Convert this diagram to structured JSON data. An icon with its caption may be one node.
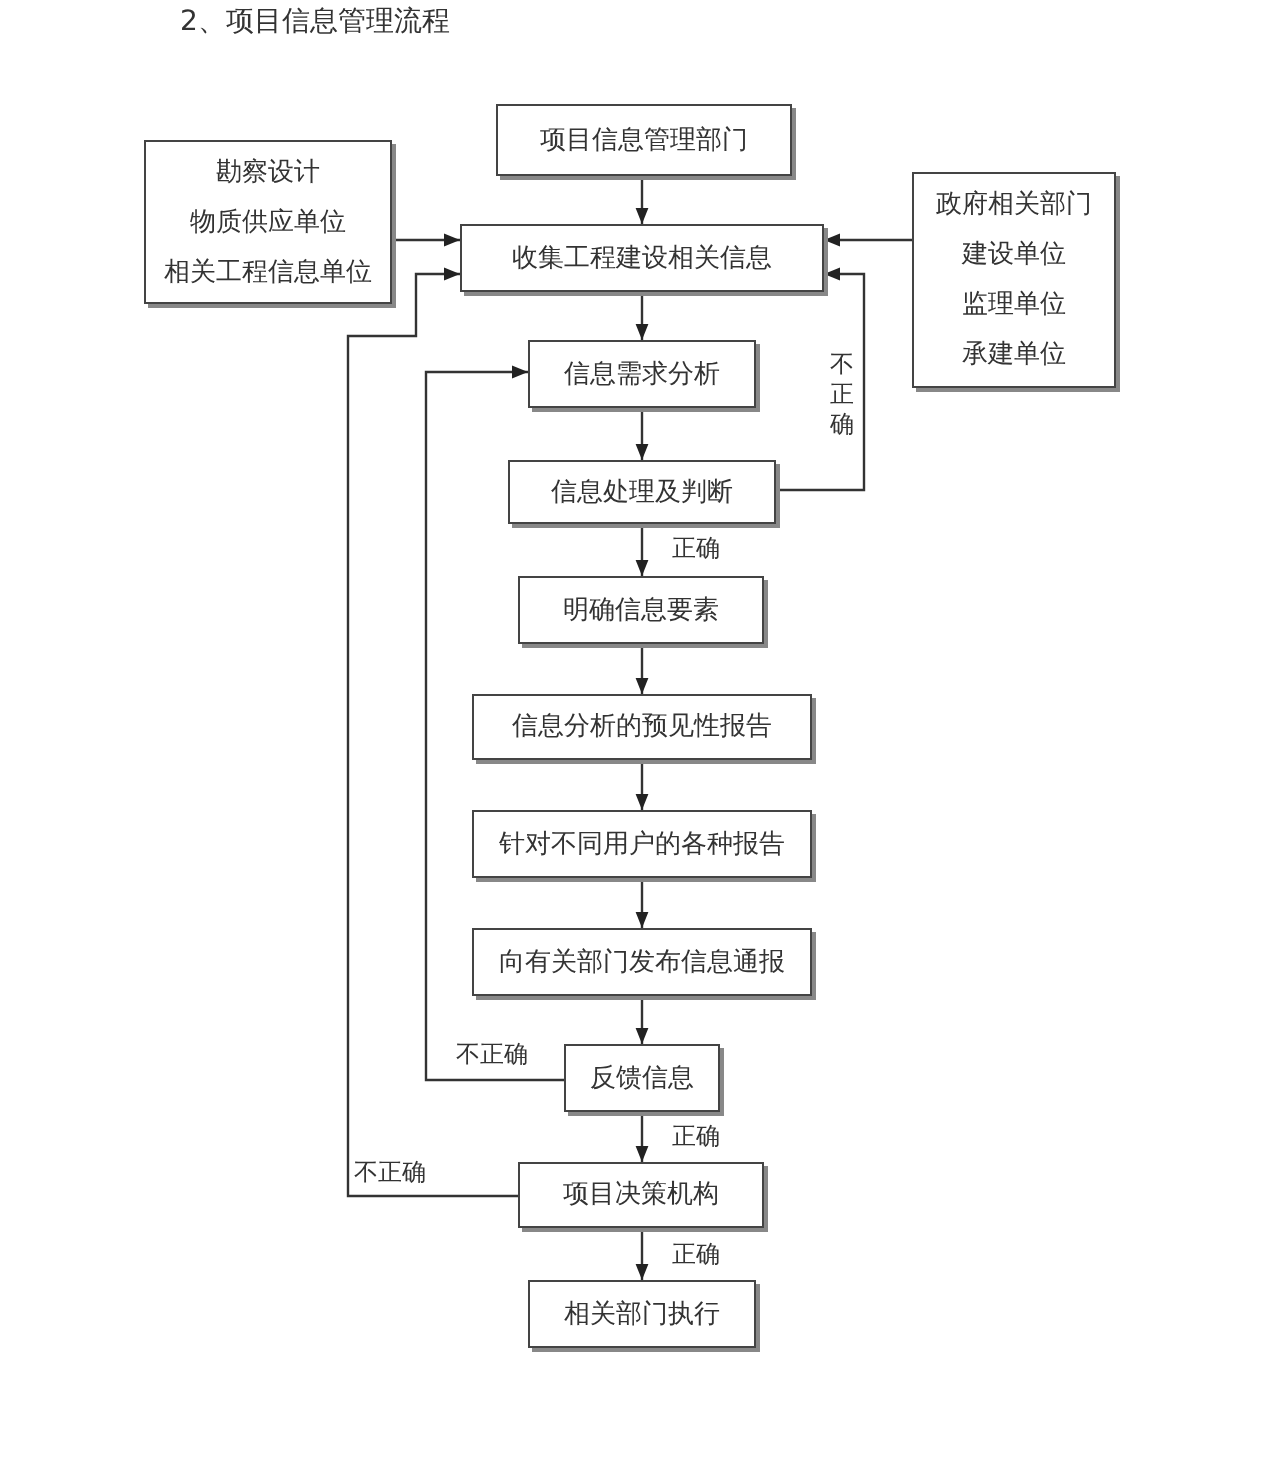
{
  "diagram": {
    "title": "2、项目信息管理流程",
    "nodes": [
      {
        "text": [
          "项目信息管理部门"
        ]
      },
      {
        "text": [
          "勘察设计",
          "物质供应单位",
          "相关工程信息单位"
        ]
      },
      {
        "text": [
          "收集工程建设相关信息"
        ]
      },
      {
        "text": [
          "政府相关部门",
          "建设单位",
          "监理单位",
          "承建单位"
        ]
      },
      {
        "text": [
          "信息需求分析"
        ]
      },
      {
        "text": [
          "信息处理及判断"
        ]
      },
      {
        "text": [
          "明确信息要素"
        ]
      },
      {
        "text": [
          "信息分析的预见性报告"
        ]
      },
      {
        "text": [
          "针对不同用户的各种报告"
        ]
      },
      {
        "text": [
          "向有关部门发布信息通报"
        ]
      },
      {
        "text": [
          "反馈信息"
        ]
      },
      {
        "text": [
          "项目决策机构"
        ]
      },
      {
        "text": [
          "相关部门执行"
        ]
      }
    ],
    "edges": [
      {
        "from": 0,
        "to": 2,
        "arrow": "to"
      },
      {
        "from": 1,
        "to": 2,
        "arrow": "to"
      },
      {
        "from": 3,
        "to": 2,
        "arrow": "to"
      },
      {
        "from": 2,
        "to": 4,
        "arrow": "to"
      },
      {
        "from": 4,
        "to": 5,
        "arrow": "to"
      },
      {
        "from": 5,
        "to": 2,
        "arrow": "to",
        "label": "不正确"
      },
      {
        "from": 5,
        "to": 6,
        "arrow": "to",
        "label": "正确"
      },
      {
        "from": 6,
        "to": 7,
        "arrow": "to"
      },
      {
        "from": 7,
        "to": 8,
        "arrow": "to"
      },
      {
        "from": 8,
        "to": 9,
        "arrow": "to"
      },
      {
        "from": 9,
        "to": 10,
        "arrow": "to"
      },
      {
        "from": 10,
        "to": 4,
        "arrow": "to",
        "label": "不正确"
      },
      {
        "from": 10,
        "to": 11,
        "arrow": "to",
        "label": "正确"
      },
      {
        "from": 11,
        "to": 2,
        "arrow": "to",
        "label": "不正确"
      },
      {
        "from": 11,
        "to": 12,
        "arrow": "to",
        "label": "正确"
      }
    ]
  }
}
